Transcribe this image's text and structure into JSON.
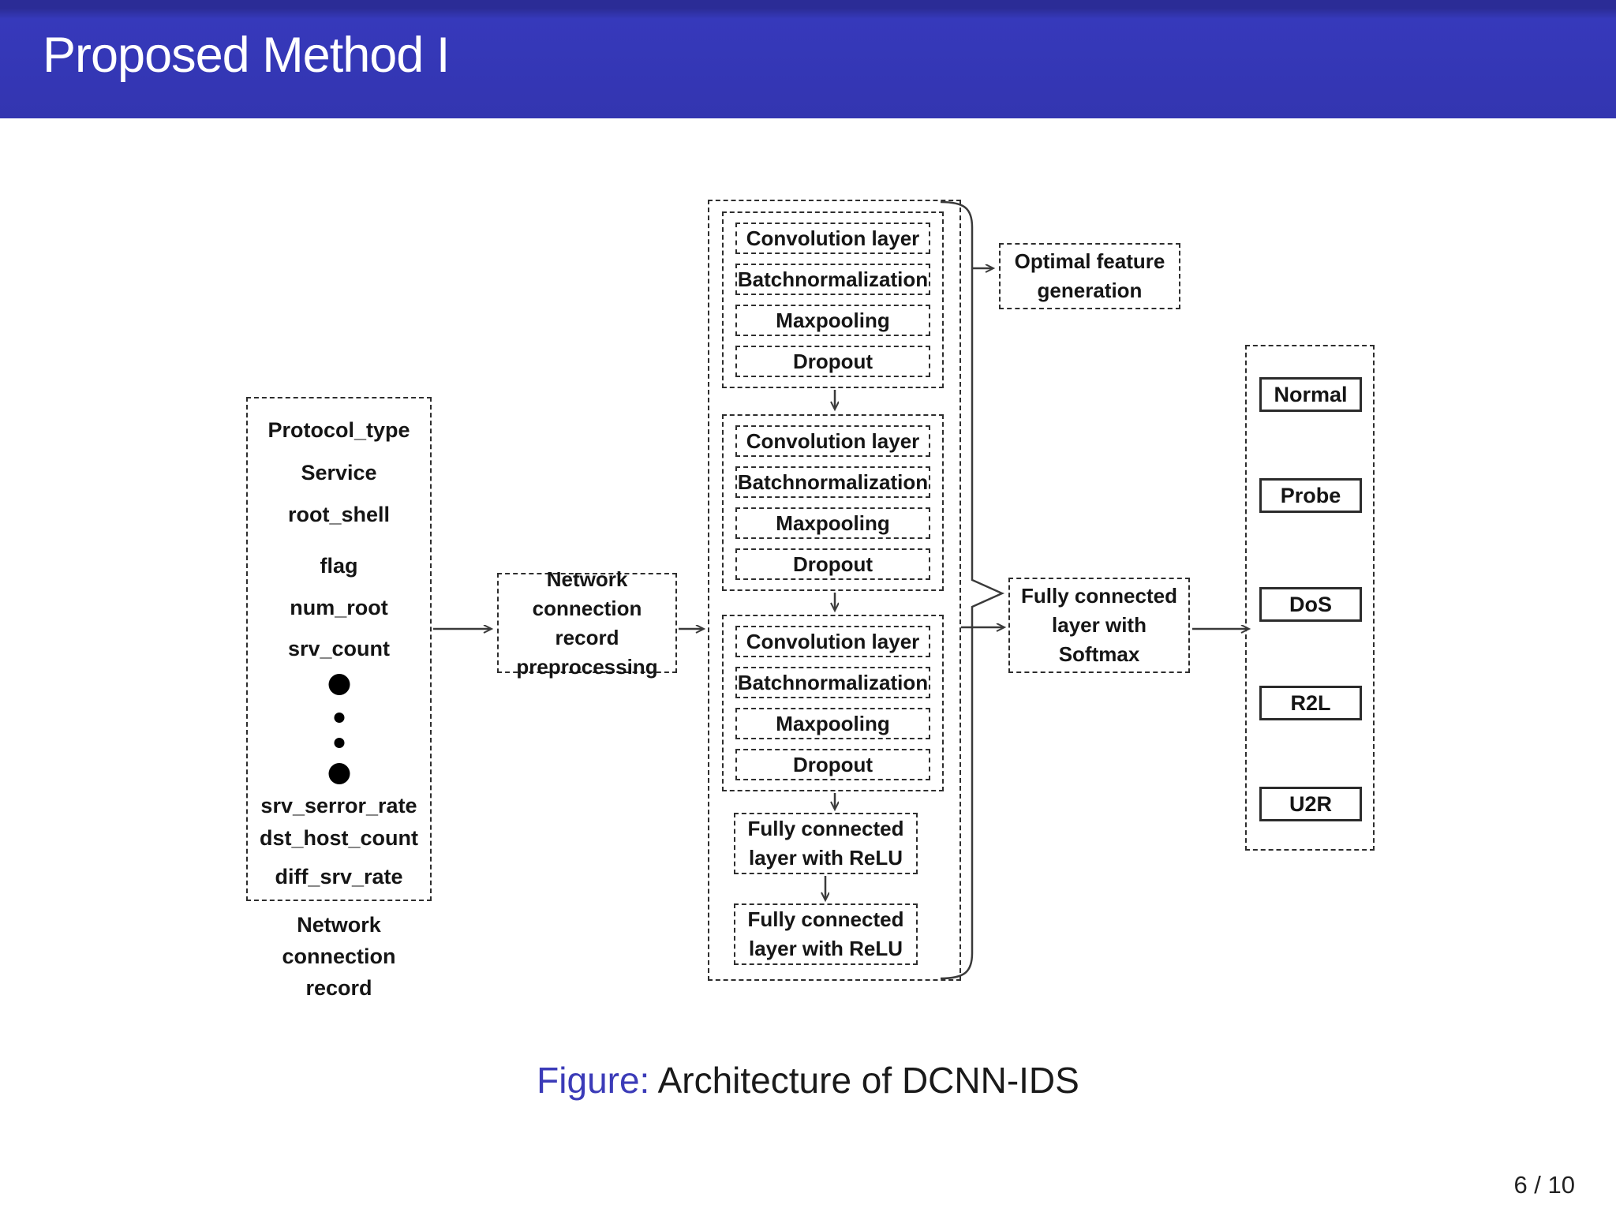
{
  "header": {
    "title": "Proposed Method I",
    "background": "#3335b0"
  },
  "diagram": {
    "input_box": {
      "features_top": [
        "Protocol_type",
        "Service",
        "root_shell",
        "flag",
        "num_root",
        "srv_count"
      ],
      "features_bottom": [
        "srv_serror_rate",
        "dst_host_count",
        "diff_srv_rate"
      ],
      "caption": "Network connection record"
    },
    "preprocess_box": {
      "lines": [
        "Network",
        "connection record",
        "preprocessing"
      ]
    },
    "conv_blocks": [
      [
        "Convolution layer",
        "Batchnormalization",
        "Maxpooling",
        "Dropout"
      ],
      [
        "Convolution layer",
        "Batchnormalization",
        "Maxpooling",
        "Dropout"
      ],
      [
        "Convolution layer",
        "Batchnormalization",
        "Maxpooling",
        "Dropout"
      ]
    ],
    "fc_relu_boxes": [
      {
        "lines": [
          "Fully connected",
          "layer with ReLU"
        ]
      },
      {
        "lines": [
          "Fully connected",
          "layer with ReLU"
        ]
      }
    ],
    "optimal_box": {
      "lines": [
        "Optimal feature",
        "generation"
      ]
    },
    "softmax_box": {
      "lines": [
        "Fully connected",
        "layer with",
        "Softmax"
      ]
    },
    "output_classes": [
      "Normal",
      "Probe",
      "DoS",
      "R2L",
      "U2R"
    ]
  },
  "figure_caption": {
    "prefix": "Figure:",
    "text": "Architecture of DCNN-IDS",
    "prefix_color": "#3b3bb8"
  },
  "footer": {
    "page_number": "6 / 10"
  }
}
